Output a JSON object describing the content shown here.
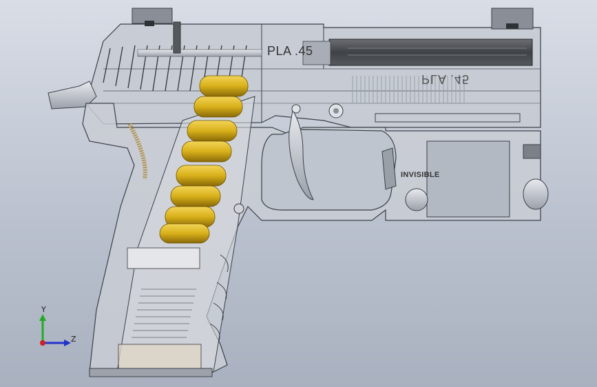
{
  "viewport": {
    "background_top": "#d9dde6",
    "background_bottom": "#a9b1c0"
  },
  "model": {
    "slide_engraving": "PLA .45",
    "mirrored_engraving": "PLA .45",
    "rail_engraving": "INVISIBLE"
  },
  "triad": {
    "y_label": "Y",
    "z_label": "Z",
    "y_color": "#22aa22",
    "z_color": "#2233cc",
    "x_color": "#cc2222"
  },
  "colors": {
    "cartridge": "#d8b01a",
    "body_edge": "#3a3f47",
    "body_fill": "#c9cdd4"
  }
}
